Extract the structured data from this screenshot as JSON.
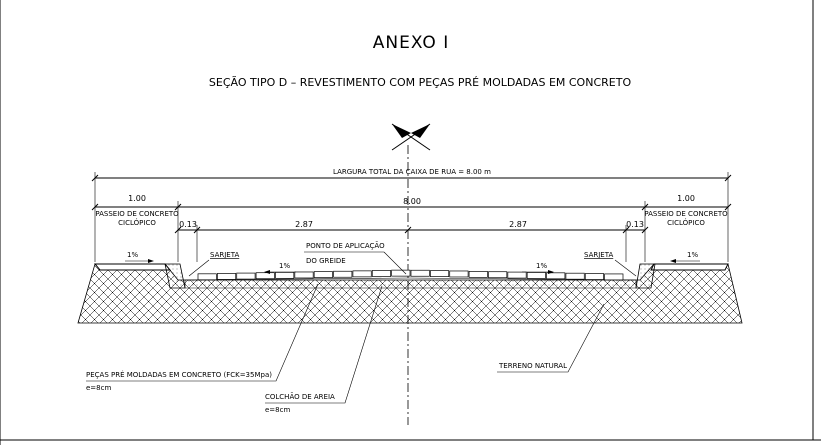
{
  "drawing": {
    "title": "ANEXO I",
    "subtitle": "SEÇÃO TIPO D – REVESTIMENTO COM PEÇAS PRÉ MOLDADAS EM CONCRETO",
    "total_width_label": "LARGURA TOTAL DA CAIXA DE RUA = 8.00 m",
    "center_width": "8.00",
    "left": {
      "sidewalk_width": "1.00",
      "sidewalk_label_line1": "PASSEIO DE CONCRETO",
      "sidewalk_label_line2": "CICLÓPICO",
      "gutter_width": "0.13",
      "lane_width": "2.87",
      "gutter_label": "SARJETA",
      "sidewalk_slope": "1%",
      "lane_slope": "1%"
    },
    "right": {
      "sidewalk_width": "1.00",
      "sidewalk_label_line1": "PASSEIO DE CONCRETO",
      "sidewalk_label_line2": "CICLÓPICO",
      "gutter_width": "0.13",
      "lane_width": "2.87",
      "gutter_label": "SARJETA",
      "sidewalk_slope": "1%",
      "lane_slope": "1%"
    },
    "grade_point_line1": "PONTO DE APLICAÇÃO",
    "grade_point_line2": "DO GREIDE",
    "pavers_label": "PEÇAS PRÉ MOLDADAS EM CONCRETO (FCK=35Mpa)",
    "pavers_thickness": "e=8cm",
    "sand_label": "COLCHÃO DE AREIA",
    "sand_thickness": "e=8cm",
    "ground_label": "TERRENO NATURAL"
  }
}
